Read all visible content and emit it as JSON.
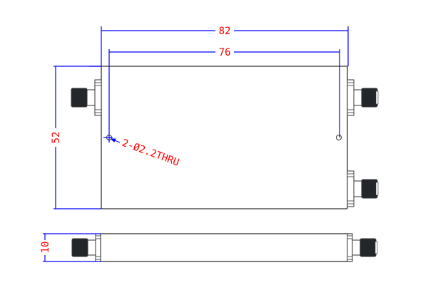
{
  "drawing": {
    "dimensions": {
      "overall_width": "82",
      "hole_spacing": "76",
      "height": "52",
      "thickness": "10",
      "hole_callout": "2-Ø2.2THRU"
    },
    "views": [
      "top-view",
      "side-view"
    ],
    "connectors": {
      "top_view_left": 1,
      "top_view_right": 2,
      "side_view": 2
    },
    "colors": {
      "outline": "#333333",
      "dimension_line": "#0000ff",
      "dimension_text": "#ff0000",
      "connector_fill": "#23272b"
    }
  }
}
